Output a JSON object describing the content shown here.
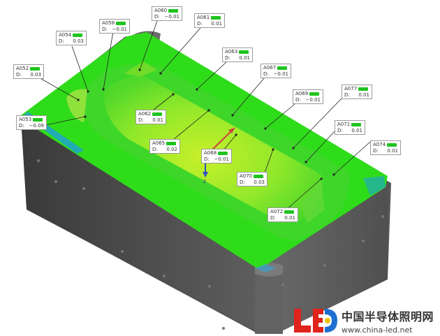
{
  "annotations": [
    {
      "id": "A060",
      "d_label": "D:",
      "d": "−0.01"
    },
    {
      "id": "A058",
      "d_label": "D:",
      "d": "−0.01"
    },
    {
      "id": "A061",
      "d_label": "D:",
      "d": "0.01"
    },
    {
      "id": "A054",
      "d_label": "D:",
      "d": "0.03"
    },
    {
      "id": "A063",
      "d_label": "D:",
      "d": "0.01"
    },
    {
      "id": "A052",
      "d_label": "D:",
      "d": "0.03"
    },
    {
      "id": "A067",
      "d_label": "D:",
      "d": "−0.01"
    },
    {
      "id": "A077",
      "d_label": "D:",
      "d": "0.01"
    },
    {
      "id": "A069",
      "d_label": "D:",
      "d": "−0.01"
    },
    {
      "id": "A062",
      "d_label": "D:",
      "d": "0.01"
    },
    {
      "id": "A053",
      "d_label": "D:",
      "d": "−0.09"
    },
    {
      "id": "A071",
      "d_label": "D:",
      "d": "0.01"
    },
    {
      "id": "A065",
      "d_label": "D:",
      "d": "0.02"
    },
    {
      "id": "A074",
      "d_label": "D:",
      "d": "0.01"
    },
    {
      "id": "A068",
      "d_label": "D:",
      "d": "−0.01"
    },
    {
      "id": "A070",
      "d_label": "D:",
      "d": "0.03"
    },
    {
      "id": "A072",
      "d_label": "D:",
      "d": "0.01"
    }
  ],
  "axis": {
    "z_label": "Z"
  },
  "brand": {
    "logo_text": "LED",
    "name_cn": "中国半导体照明网",
    "url": "www.china-led.net"
  },
  "colors": {
    "surface_green": "#2fdc1a",
    "surface_yellow": "#b8ee1a",
    "body_gray": "#4a4a4a",
    "tag_green": "#1ec41e",
    "logo_red": "#e0231b"
  }
}
